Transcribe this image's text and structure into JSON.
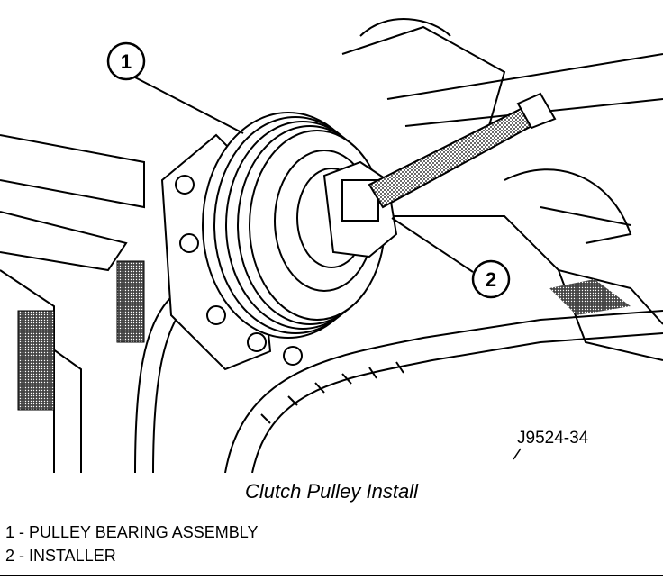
{
  "figure": {
    "callouts": [
      {
        "number": "1"
      },
      {
        "number": "2"
      }
    ],
    "figure_code": "J9524-34"
  },
  "caption": "Clutch Pulley Install",
  "legend": [
    {
      "text": "1 - PULLEY BEARING ASSEMBLY"
    },
    {
      "text": "2 - INSTALLER"
    }
  ]
}
